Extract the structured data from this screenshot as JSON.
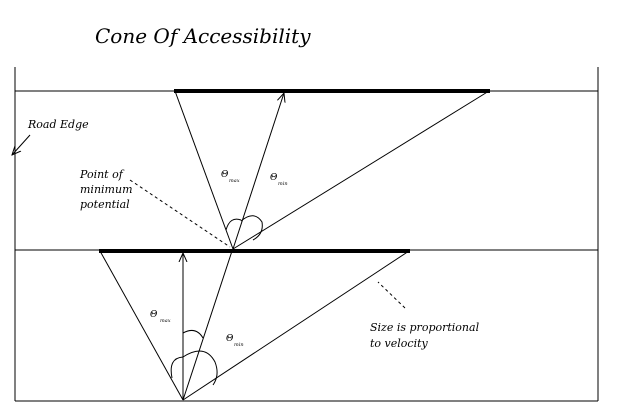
{
  "title": "Cone Of  Accessibility",
  "labels": {
    "road_edge": "Road Edge",
    "point_line1": "Point of",
    "point_line2": "minimum",
    "point_line3": "potential",
    "size_line1": "Size is proportional",
    "size_line2": "to velocity"
  },
  "angles": {
    "theta": "Θ",
    "max_sub": "max",
    "min_sub": "min"
  }
}
